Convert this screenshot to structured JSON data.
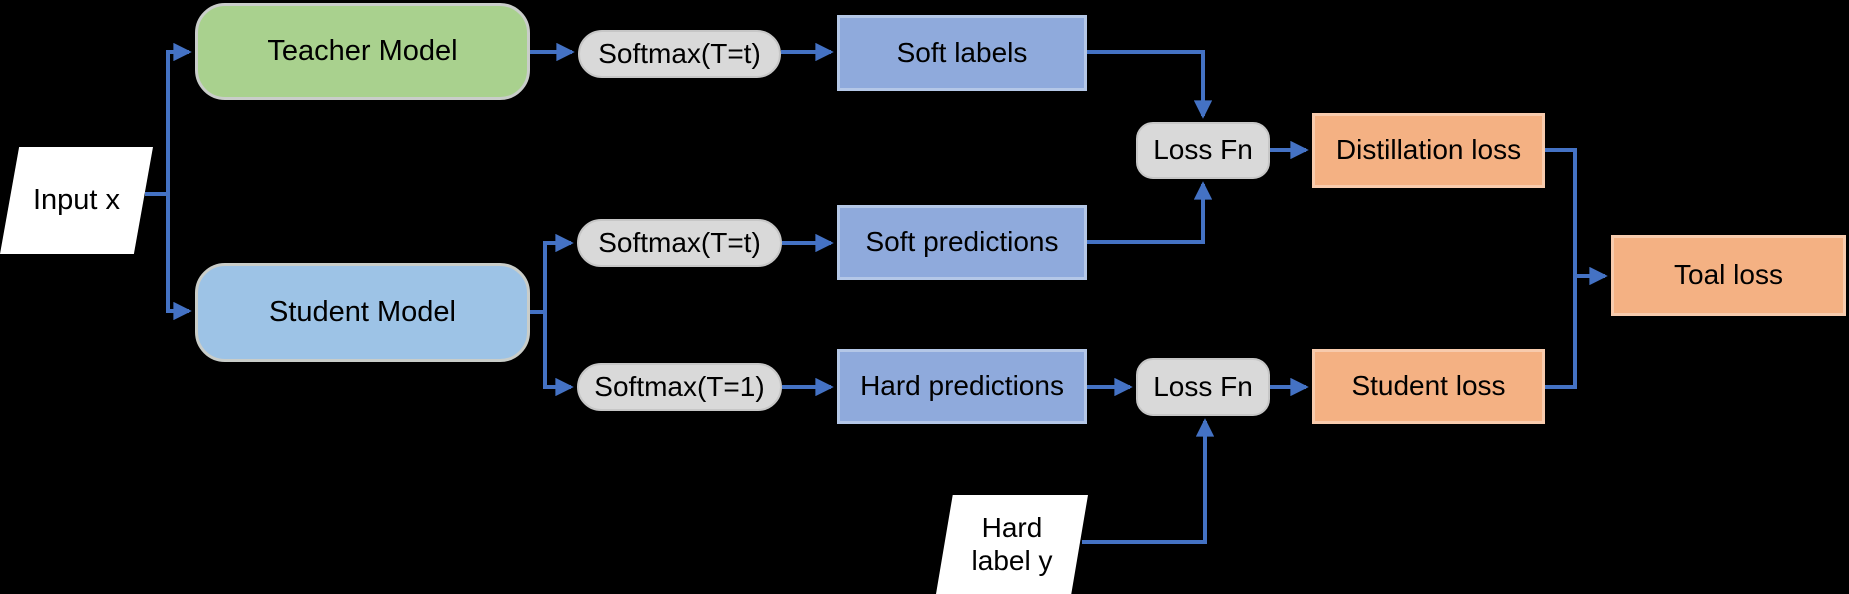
{
  "diagram": {
    "background_color": "#000000",
    "arrow_color": "#4472c4",
    "nodes": {
      "input_x": {
        "label": "Input x",
        "type": "parallelogram",
        "fill": "#ffffff"
      },
      "teacher_model": {
        "label": "Teacher Model",
        "type": "rounded-box",
        "fill": "#a9d18e"
      },
      "student_model": {
        "label": "Student Model",
        "type": "rounded-box",
        "fill": "#9dc3e6"
      },
      "softmax_teacher": {
        "label": "Softmax(T=t)",
        "type": "pill",
        "fill": "#d9d9d9"
      },
      "softmax_student_t": {
        "label": "Softmax(T=t)",
        "type": "pill",
        "fill": "#d9d9d9"
      },
      "softmax_student_1": {
        "label": "Softmax(T=1)",
        "type": "pill",
        "fill": "#d9d9d9"
      },
      "soft_labels": {
        "label": "Soft labels",
        "type": "rect",
        "fill": "#8faadc"
      },
      "soft_predictions": {
        "label": "Soft predictions",
        "type": "rect",
        "fill": "#8faadc"
      },
      "hard_predictions": {
        "label": "Hard predictions",
        "type": "rect",
        "fill": "#8faadc"
      },
      "loss_fn_distill": {
        "label": "Loss Fn",
        "type": "rounded-pill",
        "fill": "#d9d9d9"
      },
      "loss_fn_student": {
        "label": "Loss Fn",
        "type": "rounded-pill",
        "fill": "#d9d9d9"
      },
      "distillation_loss": {
        "label": "Distillation loss",
        "type": "rect",
        "fill": "#f4b183"
      },
      "student_loss": {
        "label": "Student loss",
        "type": "rect",
        "fill": "#f4b183"
      },
      "total_loss": {
        "label": "Toal loss",
        "type": "rect",
        "fill": "#f4b183"
      },
      "hard_label_y": {
        "line1": "Hard",
        "line2": "label y",
        "type": "parallelogram",
        "fill": "#ffffff"
      }
    }
  }
}
